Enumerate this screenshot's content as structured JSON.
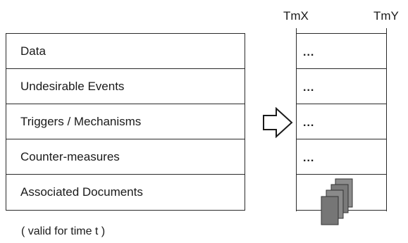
{
  "left_table": {
    "rows": [
      "Data",
      "Undesirable Events",
      "Triggers / Mechanisms",
      "Counter-measures",
      "Associated Documents"
    ]
  },
  "caption": "( valid for time t )",
  "timeline": {
    "start_label": "TmX",
    "end_label": "TmY"
  },
  "right_table": {
    "rows": [
      "...",
      "...",
      "...",
      "...",
      ""
    ]
  },
  "icons": {
    "arrow": "hollow-right-arrow-icon",
    "documents": "document-stack-icon"
  }
}
